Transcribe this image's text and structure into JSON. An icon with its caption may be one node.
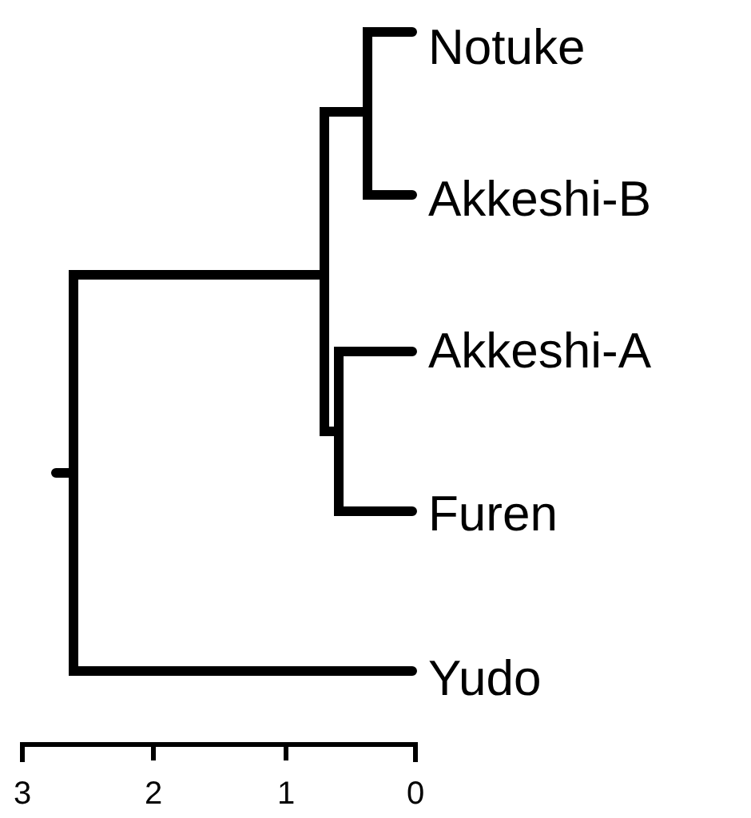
{
  "diagram": {
    "labels": [
      "Notuke",
      "Akkeshi-B",
      "Akkeshi-A",
      "Furen",
      "Yudo",
      "3",
      "2",
      "1",
      "0"
    ]
  }
}
